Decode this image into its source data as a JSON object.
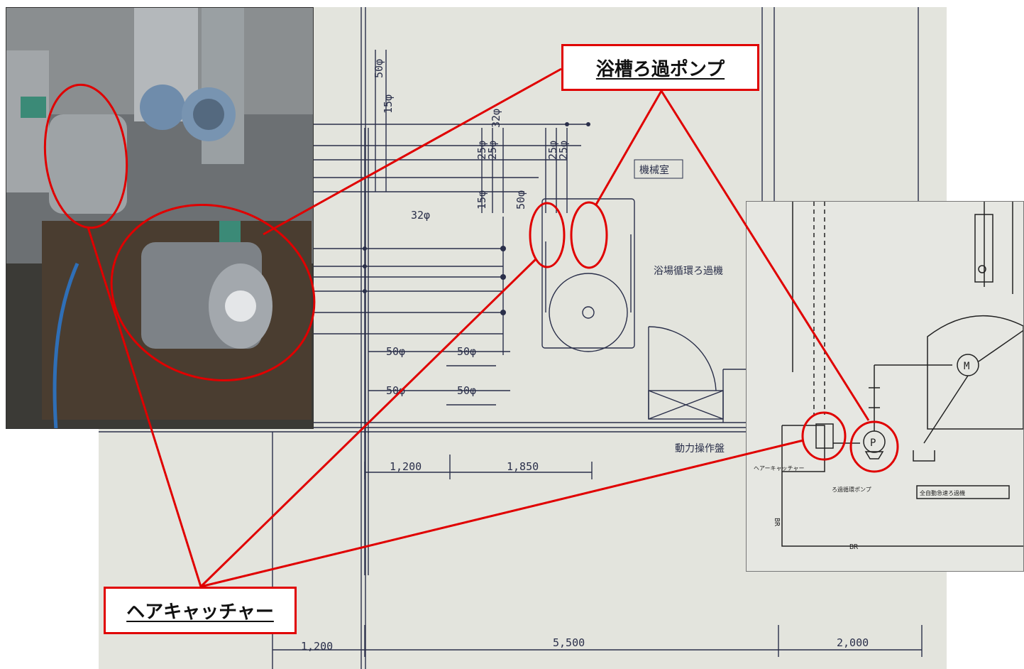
{
  "callouts": {
    "pump": "浴槽ろ過ポンプ",
    "hair_catcher": "ヘアキャッチャー"
  },
  "drawing": {
    "room_label": "機械室",
    "filter_label": "浴場循環ろ過機",
    "power_panel_label": "動力操作盤",
    "dimensions": {
      "d1": "1,200",
      "d2": "1,850",
      "d3": "1,200",
      "d4": "5,500",
      "d5": "2,000"
    },
    "pipe_sizes": {
      "p32a": "32φ",
      "p32b": "32φ",
      "p50a": "50φ",
      "p50b": "50φ",
      "p50c": "50φ",
      "p50d": "50φ",
      "v50": "50φ",
      "v15": "15φ",
      "v25a": "25φ",
      "v25b": "25φ",
      "v25c": "25φ",
      "v25d": "25φ",
      "v15b": "15φ",
      "v50b": "50φ"
    }
  },
  "detail": {
    "hair_catcher_label": "ヘアーキャッチャー",
    "pump_label": "ろ過循環ポンプ",
    "filter_label": "全自動急速ろ過機",
    "motor_symbol": "M",
    "pump_symbol": "P",
    "br_label_v": "BR",
    "br_label_h": "BR"
  },
  "colors": {
    "highlight": "#e00000",
    "drawing_bg": "#e3e4dd",
    "line": "#2a2f4a"
  }
}
